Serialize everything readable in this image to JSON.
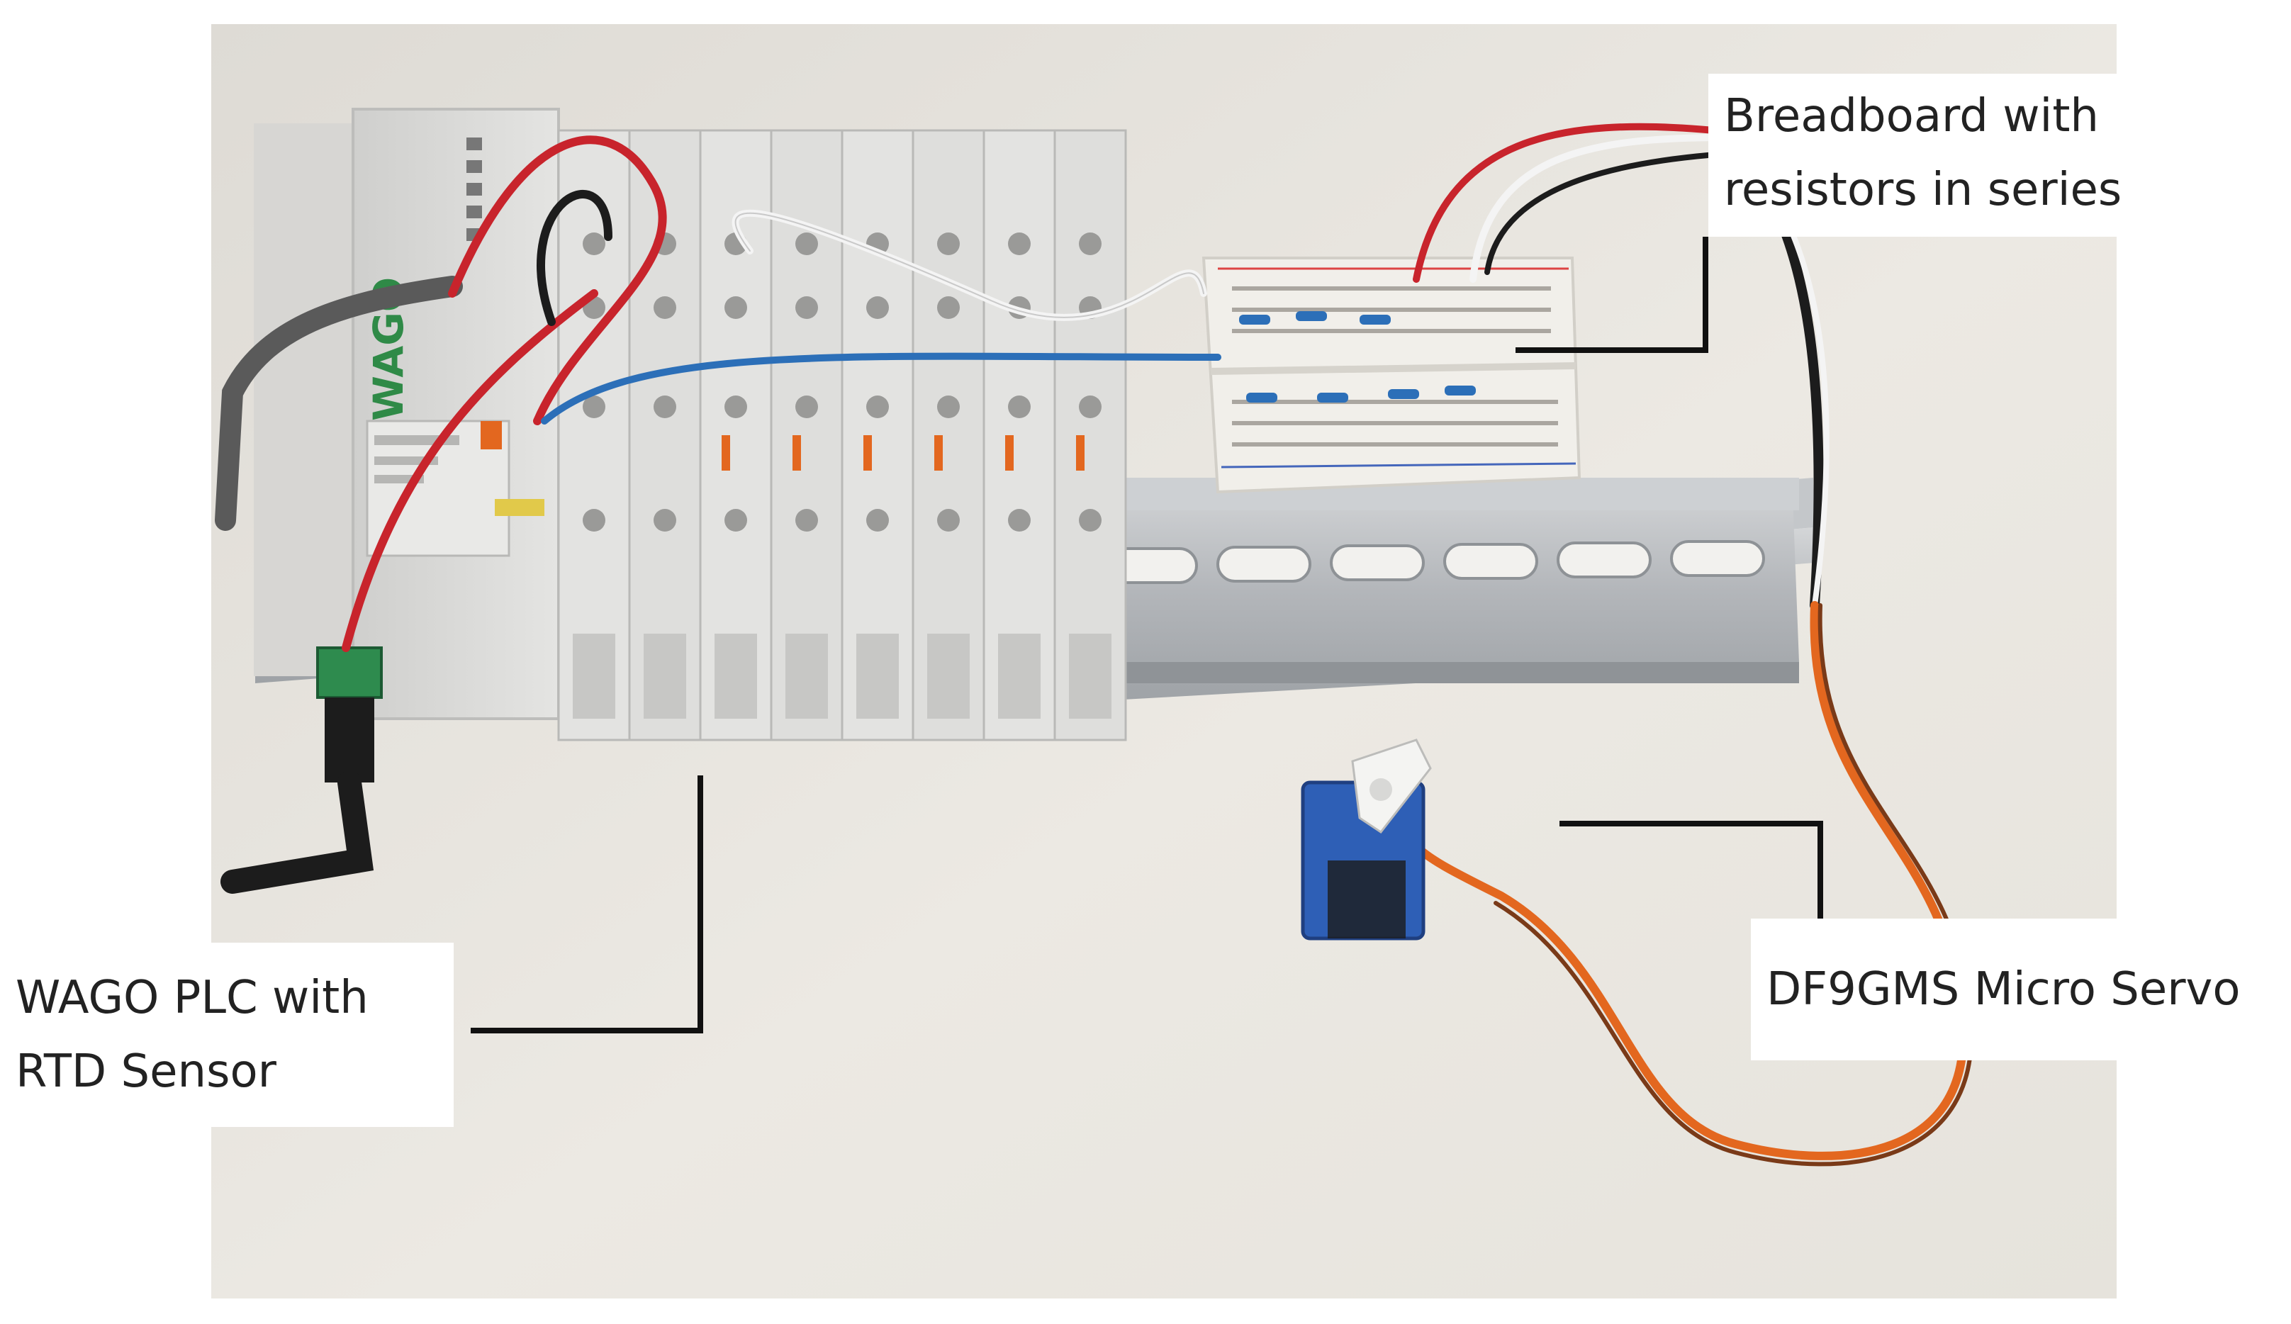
{
  "figure": {
    "callouts": {
      "plc": {
        "lines": [
          "WAGO PLC with",
          "RTD Sensor"
        ]
      },
      "breadboard": {
        "lines": [
          "Breadboard with",
          "resistors in series"
        ]
      },
      "servo": {
        "lines": [
          "DF9GMS Micro Servo"
        ]
      }
    },
    "photo_labels": {
      "plc_brand": "WAGO"
    },
    "colors": {
      "background": "#ece9e3",
      "din_rail": "#b9bcbf",
      "plc_body": "#dcdcda",
      "breadboard": "#f1efea",
      "wire_red": "#c8242c",
      "wire_black": "#1c1c1c",
      "wire_white": "#f4f4f4",
      "wire_blue": "#2c6fb8",
      "wire_orange": "#e3671f",
      "servo_blue": "#2e5fb6",
      "connector_green": "#2e8b4e",
      "leader_line": "#111111"
    }
  }
}
